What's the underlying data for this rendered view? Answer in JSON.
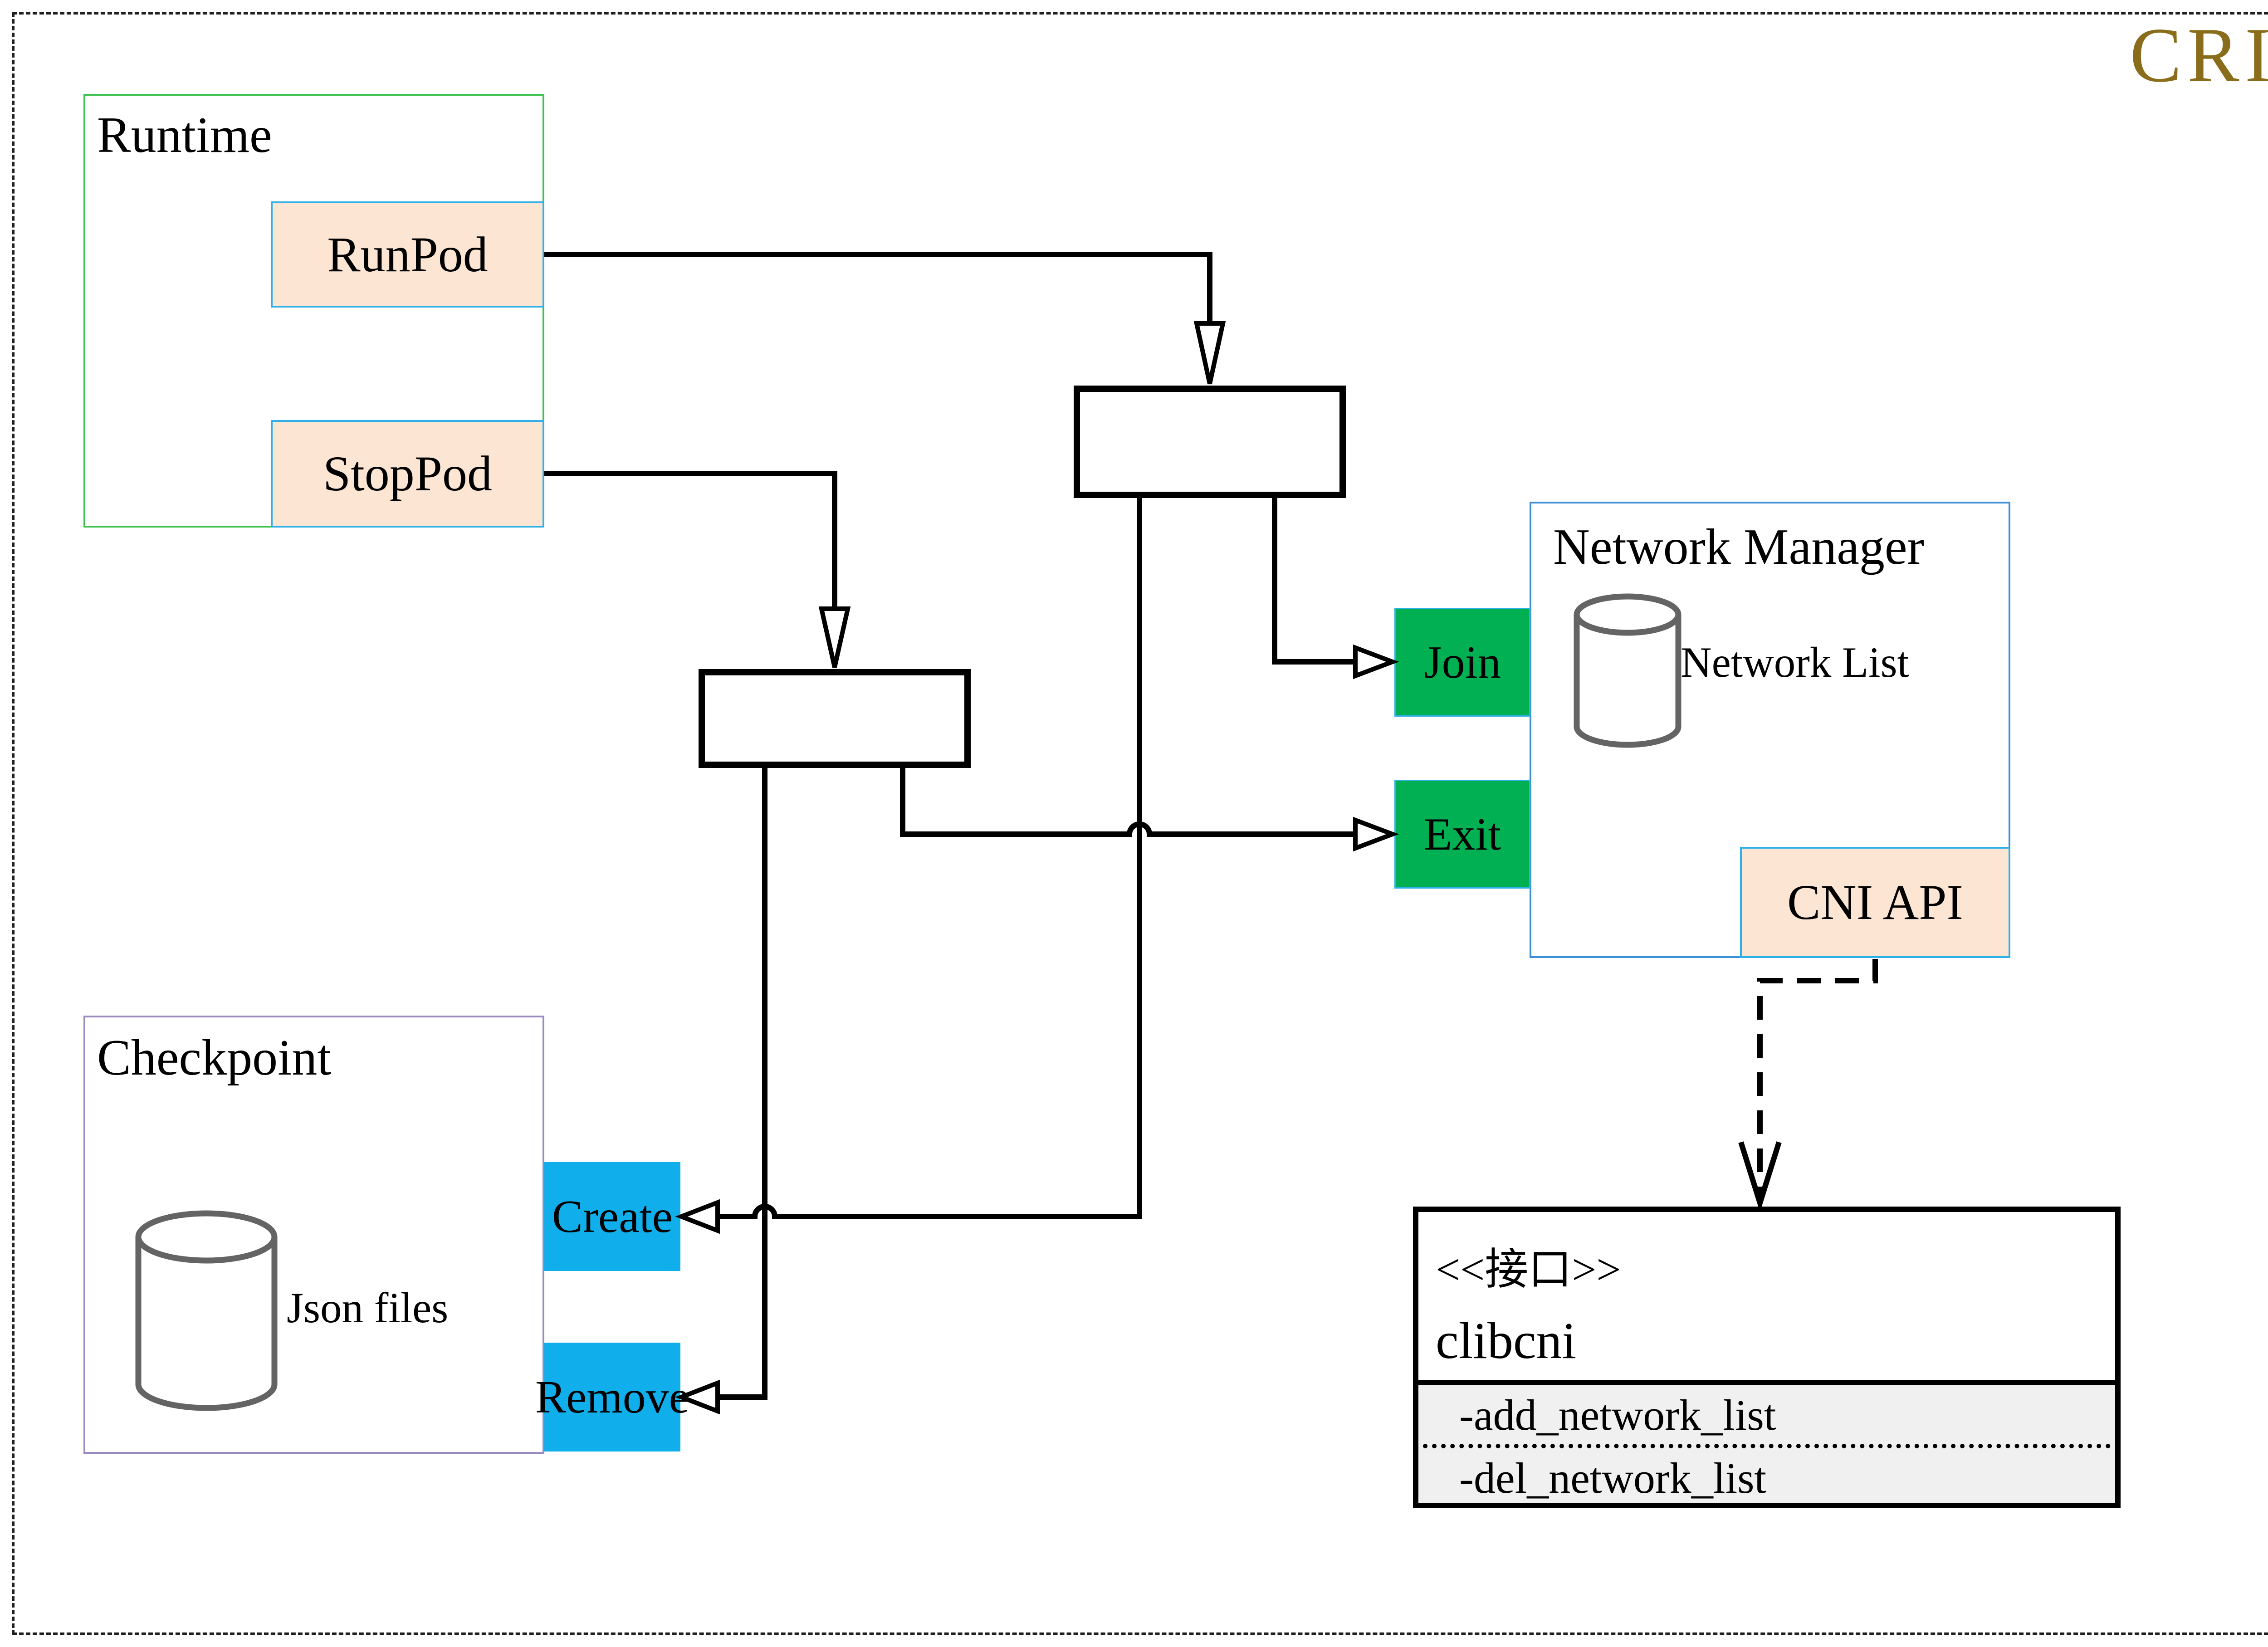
{
  "diagram": {
    "title": "CRI",
    "title_color": "#8a6d1a"
  },
  "runtime": {
    "title": "Runtime",
    "run_pod": "RunPod",
    "stop_pod": "StopPod",
    "border_color": "#3ec14e"
  },
  "checkpoint": {
    "title": "Checkpoint",
    "db_label": "Json files",
    "create": "Create",
    "remove": "Remove",
    "border_color": "#9a8ac0",
    "button_color": "#10aeea"
  },
  "network_manager": {
    "title": "Network Manager",
    "db_label": "Network List",
    "join": "Join",
    "exit": "Exit",
    "cni_api": "CNI API",
    "border_color": "#3f8fd8",
    "button_color": "#00b053"
  },
  "clibcni": {
    "stereotype": "<<接口>>",
    "name": "clibcni",
    "method_add": "-add_network_list",
    "method_del": "-del_network_list",
    "section_color": "#f0f0f0"
  },
  "styles": {
    "peach_fill": "#fce6d3",
    "cyan_border": "#30b0e8",
    "cylinder_stroke": "#646464"
  }
}
